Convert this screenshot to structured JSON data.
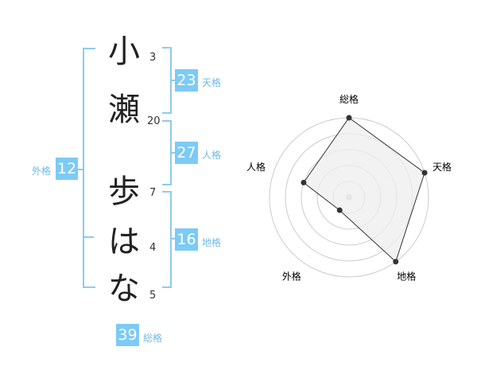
{
  "name": {
    "characters": [
      {
        "char": "小",
        "strokes": "3"
      },
      {
        "char": "瀬",
        "strokes": "20"
      },
      {
        "char": "歩",
        "strokes": "7"
      },
      {
        "char": "は",
        "strokes": "4"
      },
      {
        "char": "な",
        "strokes": "5"
      }
    ]
  },
  "fortunes": {
    "tenkaku": {
      "value": "23",
      "label": "天格"
    },
    "jinkaku": {
      "value": "27",
      "label": "人格"
    },
    "chikaku": {
      "value": "16",
      "label": "地格"
    },
    "gaikaku": {
      "value": "12",
      "label": "外格"
    },
    "soukaku": {
      "value": "39",
      "label": "総格"
    }
  },
  "chart_data": {
    "type": "radar",
    "axes": [
      "総格",
      "天格",
      "地格",
      "外格",
      "人格"
    ],
    "values": [
      5,
      5,
      5,
      1,
      3
    ],
    "max": 5,
    "rings": 5,
    "colors": {
      "fill": "#eeeeee",
      "line": "#333333",
      "grid": "#cccccc",
      "center": "#cccccc"
    }
  },
  "colors": {
    "accent": "#7ccaf5",
    "bracket": "#8ccbf0",
    "label": "#6fb9e6"
  }
}
